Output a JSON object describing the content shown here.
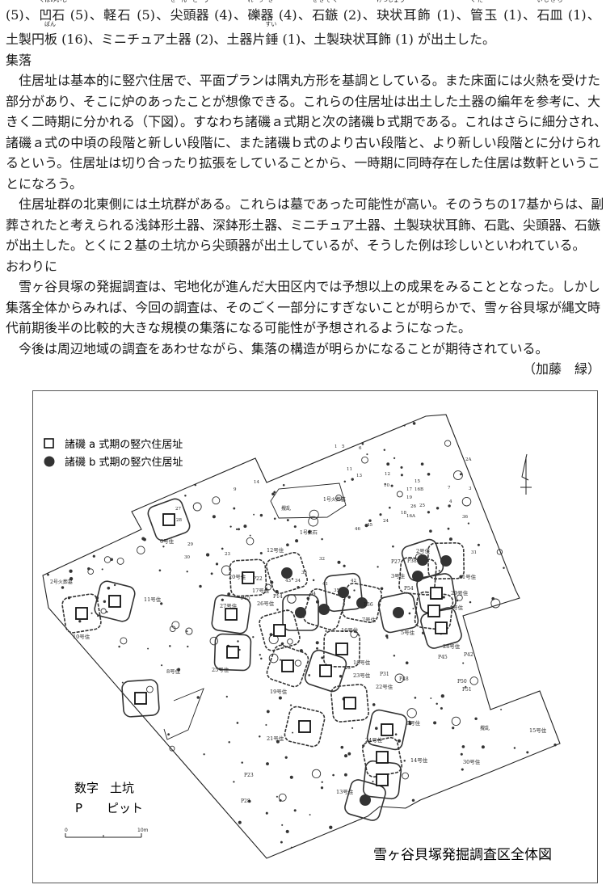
{
  "intro": {
    "line1": [
      {
        "text": "(5)、"
      },
      {
        "ruby_base": "凹石",
        "ruby": "くぼみいし",
        "text": " (5)、軽石 (5)、"
      },
      {
        "ruby_base": "尖頭器",
        "ruby": "せんとう",
        "text": " (4)、"
      },
      {
        "ruby_base": "礫器",
        "ruby": "れっき",
        "text": " (4)、"
      },
      {
        "ruby_base": "石鏃",
        "ruby": "せきぞく",
        "text": " (2)、"
      },
      {
        "ruby_base": "玦状",
        "ruby": "けつじょう",
        "text": "耳飾 (1)、"
      },
      {
        "ruby_base": "管",
        "ruby": "くだ",
        "text": "玉 (1)、"
      },
      {
        "ruby_base": "石皿",
        "ruby": "いしざら",
        "text": " (1)、"
      }
    ],
    "line2": {
      "pre": "土製円",
      "ruby_base": "板",
      "ruby": "ばん",
      "mid": " (16)、ミニチュア土器 (2)、土器片",
      "ruby_base2": "錘",
      "ruby2": "すい",
      "post": " (1)、土製玦状耳飾 (1) が出土した。"
    }
  },
  "sections": [
    {
      "heading": "集落",
      "paragraphs": [
        [
          "住居址は基本的に竪穴住居で、平面プランは隅丸方形を基調としている。また床面には火熱を受けた",
          "部分があり、そこに炉のあったことが想像できる。これらの住居址は出土した土器の編年を参考に、大",
          "きく二時期に分かれる（下図）。すなわち諸磯ａ式期と次の諸磯ｂ式期である。これはさらに細分され、",
          "諸磯ａ式の中頃の段階と新しい段階に、また諸磯ｂ式のより古い段階と、より新しい段階とに分けられ",
          "るという。住居址は切り合ったり拡張をしていることから、一時期に同時存在した住居は数軒というこ",
          "とになろう。"
        ],
        [
          "住居址群の北東側には土坑群がある。これらは墓であった可能性が高い。そのうちの17基からは、副",
          "葬されたと考えられる浅鉢形土器、深鉢形土器、ミニチュア土器、土製玦状耳飾、石匙、尖頭器、石鏃",
          "が出土した。とくに２基の土坑から尖頭器が出土しているが、そうした例は珍しいといわれている。"
        ]
      ]
    },
    {
      "heading": "おわりに",
      "paragraphs": [
        [
          "雪ヶ谷貝塚の発掘調査は、宅地化が進んだ大田区内では予想以上の成果をみることとなった。しかし",
          "集落全体からみれば、今回の調査は、そのごく一部分にすぎないことが明らかで、雪ヶ谷貝塚が縄文時",
          "代前期後半の比較的大きな規模の集落になる可能性が予想されるようになった。"
        ],
        [
          "今後は周辺地域の調査をあわせながら、集落の構造が明らかになることが期待されている。"
        ]
      ]
    }
  ],
  "author": "（加藤　緑）",
  "figure": {
    "title": "雪ヶ谷貝塚発掘調査区全体図",
    "legend": {
      "a_phase": "諸磯 a 式期の竪穴住居址",
      "b_phase": "諸磯 b 式期の竪穴住居址"
    },
    "key": {
      "numbers_label": "数字",
      "numbers_desc": "土坑",
      "p_label": "P",
      "p_desc": "ピット"
    },
    "scale": {
      "start": "0",
      "end": "10m"
    },
    "house_labels": [
      "6号住",
      "10号住",
      "11号住",
      "8号住",
      "20号住",
      "12号住",
      "25号住",
      "19号住",
      "21号住",
      "2号住",
      "3号住",
      "1号住",
      "7号住",
      "5号住",
      "16号住",
      "18号住",
      "23号住",
      "22号住",
      "29号住",
      "4号住",
      "28号住",
      "9号住",
      "24号住",
      "14号住",
      "13号住",
      "15号住",
      "30号住",
      "17号住",
      "27号住",
      "26号住"
    ],
    "other_labels": [
      "攪乱",
      "攪乱",
      "1号火葬墓",
      "2号火葬墓",
      "1号集石",
      "P22",
      "P27",
      "P31",
      "P36",
      "P38",
      "P42",
      "P45",
      "P48",
      "P50",
      "P51",
      "P54",
      "P23",
      "P28",
      "P15",
      "P14"
    ],
    "pit_numbers": [
      "14",
      "9",
      "29",
      "30",
      "27",
      "28",
      "23",
      "13",
      "1",
      "5",
      "6",
      "11",
      "12",
      "10",
      "17",
      "19",
      "16B",
      "16A",
      "25",
      "26",
      "24",
      "18",
      "15",
      "7",
      "2A",
      "3",
      "4",
      "36",
      "45",
      "46",
      "31",
      "32",
      "33",
      "34",
      "43",
      "44",
      "22",
      "41",
      "42",
      "35"
    ]
  }
}
